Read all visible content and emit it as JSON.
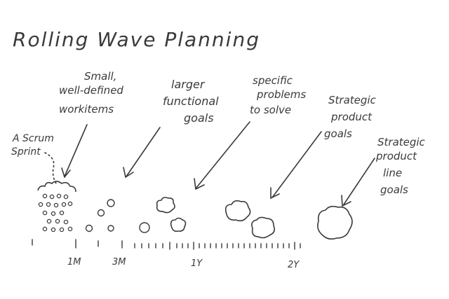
{
  "title": "Rolling Wave Planning",
  "labels": {
    "scrum": [
      "A Scrum",
      "Sprint"
    ],
    "small": [
      "Small,",
      "well-defined",
      "workitems"
    ],
    "larger": [
      "larger",
      "functional",
      "goals"
    ],
    "specific": [
      "specific",
      "problems",
      "to solve"
    ],
    "strategic": [
      "Strategic",
      "product",
      "goals"
    ],
    "line": [
      "Strategic",
      "product",
      "line",
      "goals"
    ]
  },
  "timeline": {
    "ticks": [
      "1M",
      "3M",
      "1Y",
      "2Y"
    ]
  },
  "ink_color": "#3a3a3a",
  "paper_color": "#ffffff"
}
